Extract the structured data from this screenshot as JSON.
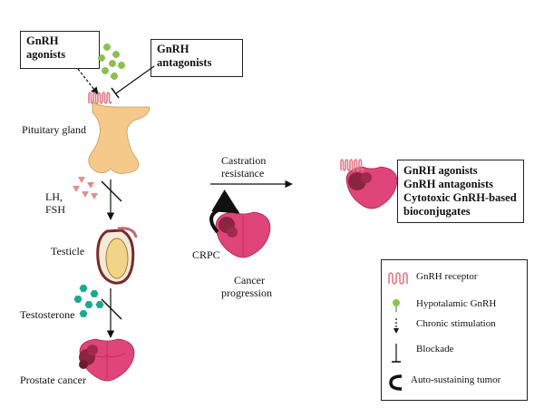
{
  "boxes": {
    "agonists": "GnRH\nagonists",
    "antagonists": "GnRH\nantagonists",
    "therapies": [
      "GnRH agonists",
      "GnRH antagonists",
      "Cytotoxic GnRH-based",
      "bioconjugates"
    ]
  },
  "labels": {
    "pituitary": "Pituitary gland",
    "lh": "LH,",
    "fsh": "FSH",
    "testicle": "Testicle",
    "testosterone": "Testosterone",
    "prostate": "Prostate cancer",
    "castration_1": "Castration",
    "castration_2": "resistance",
    "crpc": "CRPC",
    "progression_1": "Cancer",
    "progression_2": "progression"
  },
  "legend": {
    "receptor": "GnRH receptor",
    "hypothalamic": "Hypotalamic GnRH",
    "chronic": "Chronic stimulation",
    "blockade": "Blockade",
    "autosustaining": "Auto-sustaining tumor"
  },
  "colors": {
    "receptor": "#e07b8a",
    "gnrh_dot": "#8bc34a",
    "pituitary": "#f4c98a",
    "lh_fsh": "#e38d8d",
    "testosterone": "#1aa892",
    "prostate": "#e0457a",
    "tumor": "#8a2440",
    "testicle": "#f2d488"
  }
}
